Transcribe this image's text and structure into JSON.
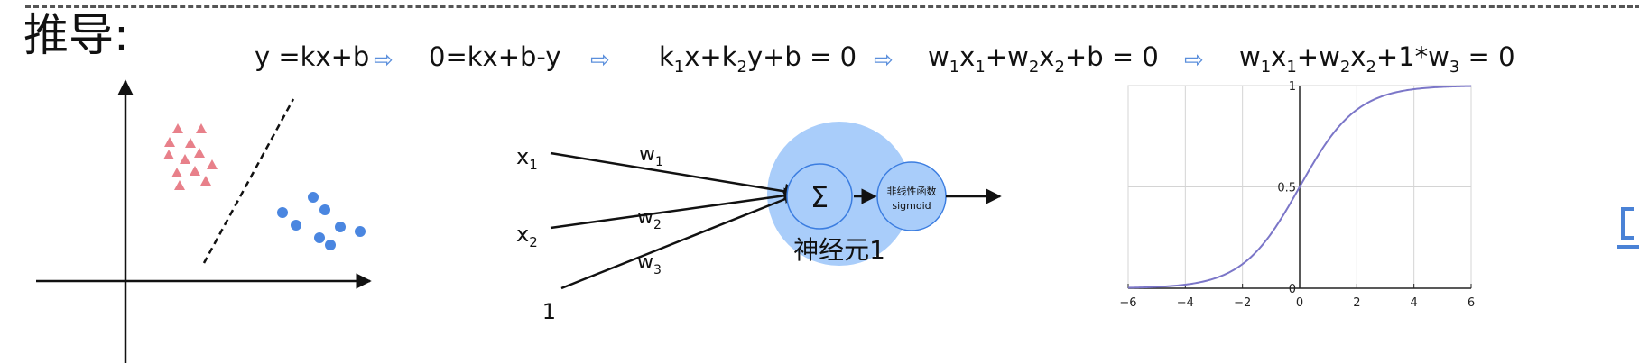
{
  "heading": "推导:",
  "formulas": [
    {
      "text_html": "y =kx+b"
    },
    {
      "text_html": "0=kx+b-y"
    },
    {
      "text_html": "k<sub>1</sub>x+k<sub>2</sub>y+b = 0"
    },
    {
      "text_html": "w<sub>1</sub>x<sub>1</sub>+w<sub>2</sub>x<sub>2</sub>+b = 0"
    },
    {
      "text_html": "w<sub>1</sub>x<sub>1</sub>+w<sub>2</sub>x<sub>2</sub>+1*w<sub>3</sub> = 0"
    }
  ],
  "arrow_glyph": "⇨",
  "neuron": {
    "inputs": [
      {
        "main": "x",
        "sub": "1"
      },
      {
        "main": "x",
        "sub": "2"
      },
      {
        "main": "1",
        "sub": ""
      }
    ],
    "weights": [
      {
        "main": "w",
        "sub": "1"
      },
      {
        "main": "w",
        "sub": "2"
      },
      {
        "main": "w",
        "sub": "3"
      }
    ],
    "sum_symbol": "Σ",
    "activation_line1": "非线性函数",
    "activation_line2": "sigmoid",
    "neuron_label": "神经元1"
  },
  "colors": {
    "triangle": "#e8808a",
    "dot": "#4a86e0",
    "neuron_fill": "#a9cdfa",
    "arrow": "#5b8fdc",
    "curve": "#7b76c8"
  },
  "chart_data": {
    "type": "line",
    "function": "sigmoid",
    "x": [
      -6,
      -5,
      -4,
      -3,
      -2,
      -1,
      0,
      1,
      2,
      3,
      4,
      5,
      6
    ],
    "y": [
      0.0025,
      0.0067,
      0.018,
      0.047,
      0.119,
      0.269,
      0.5,
      0.731,
      0.881,
      0.953,
      0.982,
      0.993,
      0.9975
    ],
    "xlim": [
      -6,
      6
    ],
    "ylim": [
      0,
      1
    ],
    "xticks": [
      "−6",
      "−4",
      "−2",
      "0",
      "2",
      "4",
      "6"
    ],
    "yticks": [
      "0",
      "0.5",
      "1"
    ],
    "grid": true
  }
}
